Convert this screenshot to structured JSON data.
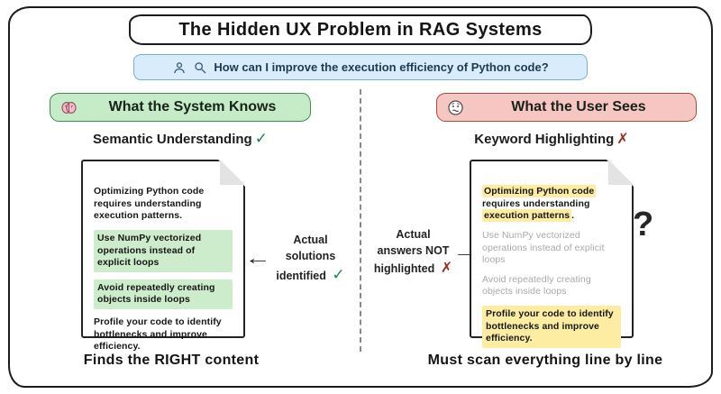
{
  "title": "The Hidden UX Problem in RAG Systems",
  "query": {
    "text": "How can I improve the execution efficiency of Python code?"
  },
  "left": {
    "badge_label": "What the System Knows",
    "badge_icon": "brain-icon",
    "subtitle": "Semantic Understanding",
    "subtitle_mark": "✓",
    "doc": {
      "line1": "Optimizing Python code requires understanding execution patterns.",
      "line2": "Use NumPy vectorized operations instead of explicit loops",
      "line3": "Avoid repeatedly creating objects inside loops",
      "line4": "Profile your code to identify bottlenecks and improve efficiency."
    },
    "caption": "Finds the RIGHT content"
  },
  "right": {
    "badge_label": "What the User Sees",
    "badge_icon": "confused-face-icon",
    "subtitle": "Keyword Highlighting",
    "subtitle_mark": "✗",
    "question_mark": "?",
    "doc": {
      "line1_seg1": "Optimizing Python code",
      "line1_seg2": " requires understanding ",
      "line1_seg3": "execution patterns",
      "line1_seg4": ".",
      "line2": "Use NumPy vectorized operations instead of explicit loops",
      "line3": "Avoid repeatedly creating objects inside loops",
      "line4": "Profile your code to identify bottlenecks and improve efficiency."
    },
    "caption": "Must scan everything line by line"
  },
  "annotations": {
    "left": {
      "arrow": "←",
      "text": "Actual solutions identified",
      "mark": "✓"
    },
    "right": {
      "text": "Actual answers NOT highlighted",
      "mark": "✗",
      "arrow": "→"
    }
  },
  "icons": {
    "query": [
      "user-icon",
      "search-icon"
    ],
    "documents": "page-fold-icon"
  },
  "colors": {
    "query_bg": "#d9ecfb",
    "query_border": "#79add6",
    "system_bg": "#c5ecc6",
    "system_border": "#3d8b55",
    "user_bg": "#f6c7c2",
    "user_border": "#b4473c",
    "hl_green": "#cdeccb",
    "hl_yellow": "#fceda2",
    "check": "#1e8449",
    "cross": "#9c2b1f"
  }
}
